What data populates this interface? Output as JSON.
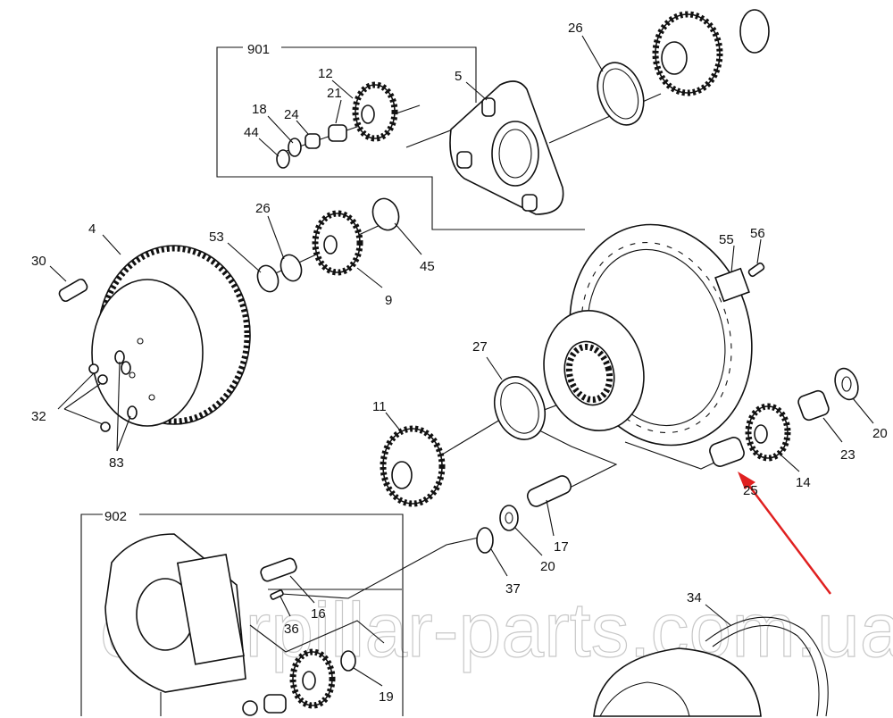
{
  "diagram": {
    "watermark": "caterpillar-parts.com.ua",
    "highlight_color": "#e02020",
    "highlighted_part": "25",
    "groups": [
      {
        "id": "group-901",
        "label": "901"
      },
      {
        "id": "group-902",
        "label": "902"
      }
    ],
    "callouts": {
      "c26a": "26",
      "c12": "12",
      "c5": "5",
      "c21": "21",
      "c18": "18",
      "c24": "24",
      "c44": "44",
      "c26b": "26",
      "c53": "53",
      "c45": "45",
      "c9": "9",
      "c4": "4",
      "c30": "30",
      "c55": "55",
      "c56": "56",
      "c27": "27",
      "c32": "32",
      "c83": "83",
      "c11": "11",
      "c14": "14",
      "c23": "23",
      "c20a": "20",
      "c25": "25",
      "c20b": "20",
      "c17": "17",
      "c37": "37",
      "c16": "16",
      "c36": "36",
      "c34": "34",
      "c19": "19"
    }
  }
}
